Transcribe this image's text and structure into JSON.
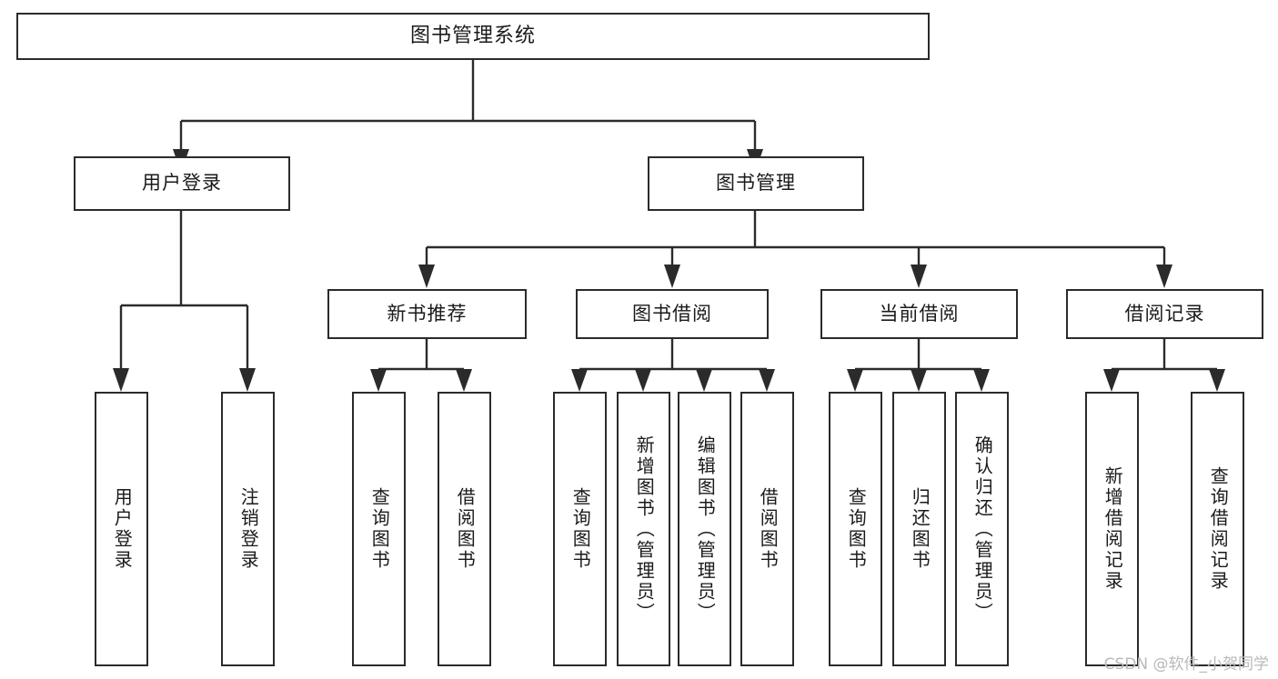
{
  "diagram": {
    "type": "tree",
    "title": "图书管理系统",
    "watermark": "CSDN @软件_小贺同学",
    "colors": {
      "box_border": "#2b2b2b",
      "box_fill": "#ffffff",
      "text": "#1a1a1a",
      "connector": "#2b2b2b",
      "watermark": "#b9b9b9",
      "background": "#ffffff"
    },
    "levels": {
      "root": {
        "label": "图书管理系统"
      },
      "level2": [
        {
          "label": "用户登录"
        },
        {
          "label": "图书管理"
        }
      ],
      "level3": [
        {
          "label": "新书推荐"
        },
        {
          "label": "图书借阅"
        },
        {
          "label": "当前借阅"
        },
        {
          "label": "借阅记录"
        }
      ],
      "leaves": [
        {
          "label": "用户登录",
          "parent": "用户登录"
        },
        {
          "label": "注销登录",
          "parent": "用户登录"
        },
        {
          "label": "查询图书",
          "parent": "新书推荐"
        },
        {
          "label": "借阅图书",
          "parent": "新书推荐"
        },
        {
          "label": "查询图书",
          "parent": "图书借阅"
        },
        {
          "label": "新增图书（管理员）",
          "parent": "图书借阅"
        },
        {
          "label": "编辑图书（管理员）",
          "parent": "图书借阅"
        },
        {
          "label": "借阅图书",
          "parent": "图书借阅"
        },
        {
          "label": "查询图书",
          "parent": "当前借阅"
        },
        {
          "label": "归还图书",
          "parent": "当前借阅"
        },
        {
          "label": "确认归还（管理员）",
          "parent": "当前借阅"
        },
        {
          "label": "新增借阅记录",
          "parent": "借阅记录"
        },
        {
          "label": "查询借阅记录",
          "parent": "借阅记录"
        }
      ]
    }
  }
}
